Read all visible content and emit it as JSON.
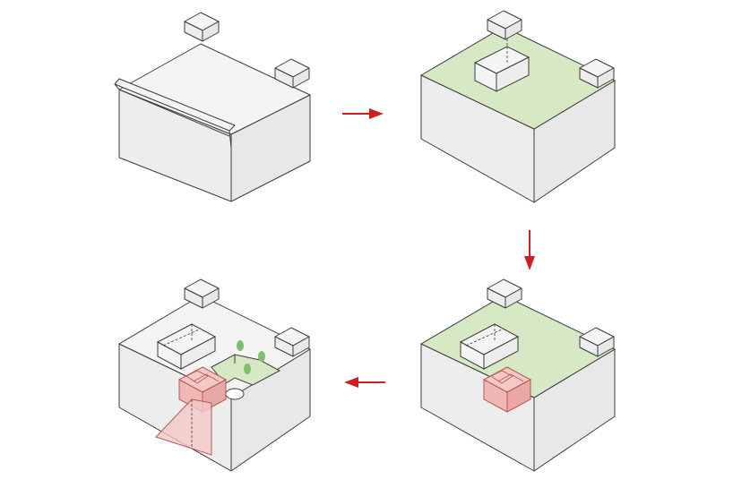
{
  "diagram": {
    "panels": [
      {
        "id": "panel-1",
        "stage": 1,
        "green_roof": false,
        "courtyard": false,
        "pink_volume": false,
        "cone": false
      },
      {
        "id": "panel-2",
        "stage": 2,
        "green_roof": true,
        "courtyard": false,
        "pink_volume": false,
        "cone": false
      },
      {
        "id": "panel-3",
        "stage": 3,
        "green_roof": true,
        "courtyard": false,
        "pink_volume": true,
        "cone": false
      },
      {
        "id": "panel-4",
        "stage": 4,
        "green_roof": false,
        "courtyard": true,
        "pink_volume": true,
        "cone": true
      }
    ],
    "arrows": [
      {
        "from": "panel-1",
        "to": "panel-2",
        "direction": "right"
      },
      {
        "from": "panel-2",
        "to": "panel-3",
        "direction": "down"
      },
      {
        "from": "panel-3",
        "to": "panel-4",
        "direction": "left"
      }
    ],
    "colors": {
      "arrow": "#cc1f1f",
      "green": "#d6e8c4",
      "pink": "#f4c8c6",
      "tree": "#7dbf6a",
      "line": "#3c3c3c",
      "box": "#ededed"
    }
  }
}
